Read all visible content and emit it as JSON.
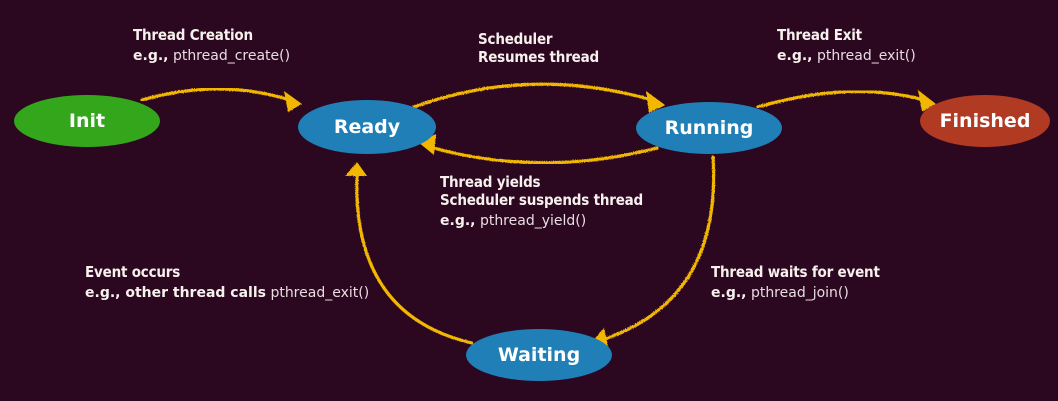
{
  "colors": {
    "background": "#2c0820",
    "arrow": "#f2b705",
    "init": "#34a61c",
    "state": "#1f7fb6",
    "finished": "#b03a22",
    "text": "#f7f1ee"
  },
  "states": {
    "init": "Init",
    "ready": "Ready",
    "running": "Running",
    "finished": "Finished",
    "waiting": "Waiting"
  },
  "transitions": {
    "creation": {
      "title": "Thread Creation",
      "example_prefix": "e.g.,",
      "example_call": "pthread_create()"
    },
    "resume": {
      "line1": "Scheduler",
      "line2": "Resumes thread"
    },
    "exit": {
      "title": "Thread Exit",
      "example_prefix": "e.g.,",
      "example_call": "pthread_exit()"
    },
    "yield": {
      "line1": "Thread yields",
      "line2": "Scheduler suspends thread",
      "example_prefix": "e.g.,",
      "example_call": "pthread_yield()"
    },
    "event": {
      "title": "Event occurs",
      "example_prefix": "e.g., other thread calls",
      "example_call": "pthread_exit()"
    },
    "wait": {
      "title": "Thread waits for event",
      "example_prefix": "e.g.,",
      "example_call": "pthread_join()"
    }
  }
}
